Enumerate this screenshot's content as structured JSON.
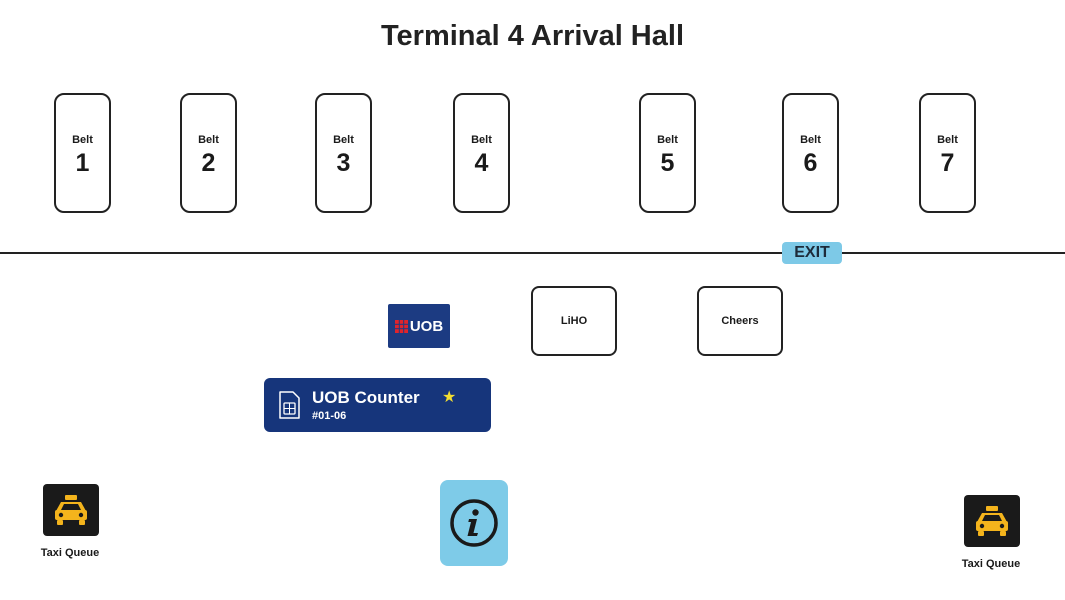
{
  "title": "Terminal 4 Arrival Hall",
  "belts": [
    {
      "label": "Belt",
      "number": "1"
    },
    {
      "label": "Belt",
      "number": "2"
    },
    {
      "label": "Belt",
      "number": "3"
    },
    {
      "label": "Belt",
      "number": "4"
    },
    {
      "label": "Belt",
      "number": "5"
    },
    {
      "label": "Belt",
      "number": "6"
    },
    {
      "label": "Belt",
      "number": "7"
    }
  ],
  "exit_label": "EXIT",
  "shops": {
    "uob_logo_text": "UOB",
    "liho": "LiHO",
    "cheers": "Cheers"
  },
  "uob_counter": {
    "name": "UOB Counter",
    "unit": "#01-06",
    "icon": "sim-card-icon",
    "favorite_icon": "star-icon"
  },
  "taxi_left": {
    "label": "Taxi Queue",
    "icon": "taxi-icon"
  },
  "taxi_right": {
    "label": "Taxi Queue",
    "icon": "taxi-icon"
  },
  "info_icon": "info-icon",
  "colors": {
    "uob_blue": "#16357b",
    "uob_logo_red": "#e0242c",
    "exit_bg": "#7dc9e7",
    "info_bg": "#7ecbe8",
    "star": "#f2dd32",
    "taxi_yellow": "#f4b41c",
    "taxi_bg": "#1a1a1a"
  }
}
